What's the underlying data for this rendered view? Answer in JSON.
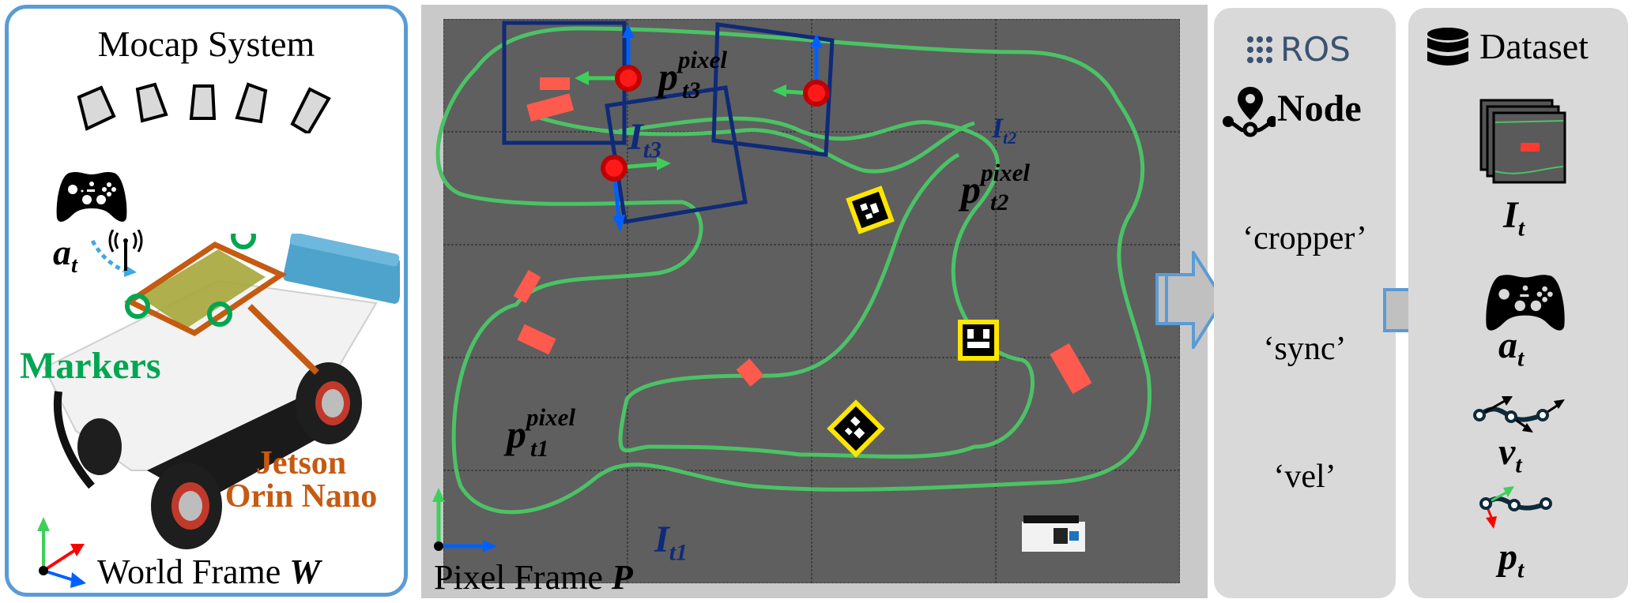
{
  "left_panel": {
    "title": "Mocap System",
    "cameras_count": 5,
    "action_label": "a",
    "action_sub": "t",
    "markers_label": "Markers",
    "jetson_label_line1": "Jetson",
    "jetson_label_line2": "Orin Nano",
    "frame_label": "World Frame ",
    "frame_symbol": "W",
    "colors": {
      "border": "#5b9bd5",
      "markers": "#00a651",
      "jetson": "#c55a11",
      "wireless": "#41a7e0"
    }
  },
  "center_panel": {
    "frame_label": "Pixel Frame ",
    "frame_symbol": "P",
    "annotations": [
      {
        "id": "t1",
        "p_label": "p",
        "p_sup": "pixel",
        "p_sub": "t1",
        "I_label": "I",
        "I_sub": "t1"
      },
      {
        "id": "t2",
        "p_label": "p",
        "p_sup": "pixel",
        "p_sub": "t2",
        "I_label": "I",
        "I_sub": "t2"
      },
      {
        "id": "t3",
        "p_label": "p",
        "p_sup": "pixel",
        "p_sub": "t3",
        "I_label": "I",
        "I_sub": "t3"
      }
    ],
    "colors": {
      "crop_box": "#0f2a78",
      "point": "#e00000",
      "heading": "#3ecf5a",
      "normal": "#0060ff",
      "track": "#4cc266",
      "obstacle": "#ff5a4e",
      "tag_border": "#ffe600"
    }
  },
  "ros_panel": {
    "brand": "ROS",
    "node_title": "Node",
    "nodes": [
      "‘cropper’",
      "‘sync’",
      "‘vel’"
    ]
  },
  "dataset_panel": {
    "title": "Dataset",
    "items": [
      {
        "symbol": "I",
        "sub": "t",
        "icon": "image-stack-icon"
      },
      {
        "symbol": "a",
        "sub": "t",
        "icon": "gamepad-icon"
      },
      {
        "symbol": "v",
        "sub": "t",
        "icon": "velocity-path-icon"
      },
      {
        "symbol": "p",
        "sub": "t",
        "icon": "pose-path-icon"
      }
    ]
  }
}
